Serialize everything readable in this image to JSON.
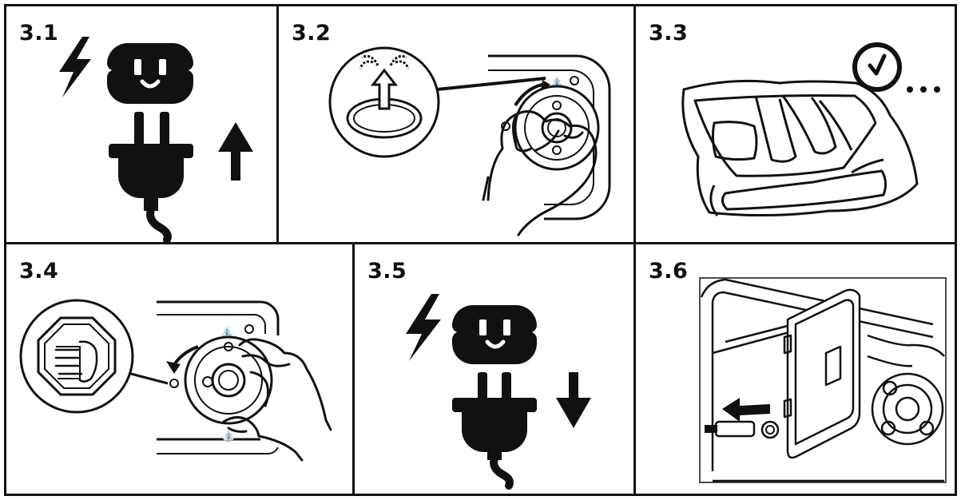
{
  "steps": [
    {
      "id": "3.1"
    },
    {
      "id": "3.2"
    },
    {
      "id": "3.3"
    },
    {
      "id": "3.4"
    },
    {
      "id": "3.5"
    },
    {
      "id": "3.6"
    }
  ],
  "colors": {
    "ink": "#111111",
    "paper": "#ffffff"
  },
  "icons": [
    "lightning-icon",
    "outlet-icon",
    "plug-icon",
    "arrow-up-icon",
    "fountain-icon",
    "clock-icon",
    "stop-hand-icon",
    "arrow-down-icon"
  ]
}
